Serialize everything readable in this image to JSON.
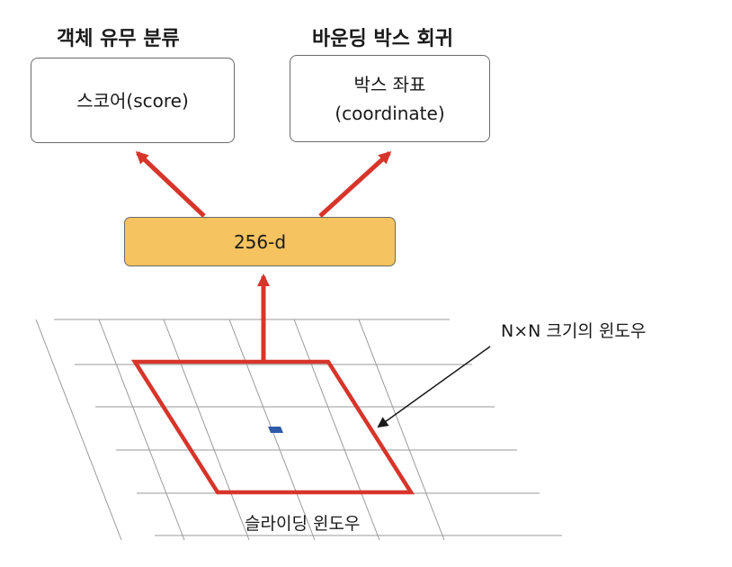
{
  "headings": {
    "classification": "객체 유무 분류",
    "regression": "바운딩 박스 회귀"
  },
  "boxes": {
    "score": "스코어(score)",
    "coordinate_line1": "박스 좌표",
    "coordinate_line2": "(coordinate)"
  },
  "feature_vector": "256-d",
  "labels": {
    "window_size": "N×N 크기의 윈도우",
    "sliding_window": "슬라이딩 윈도우"
  },
  "colors": {
    "arrow": "#d7352a",
    "window": "#d7352a",
    "feature_fill": "#f5c35f",
    "anchor_point": "#2f5aa8",
    "grid": "#9a9a9a",
    "pointer": "#1a1a1a"
  }
}
